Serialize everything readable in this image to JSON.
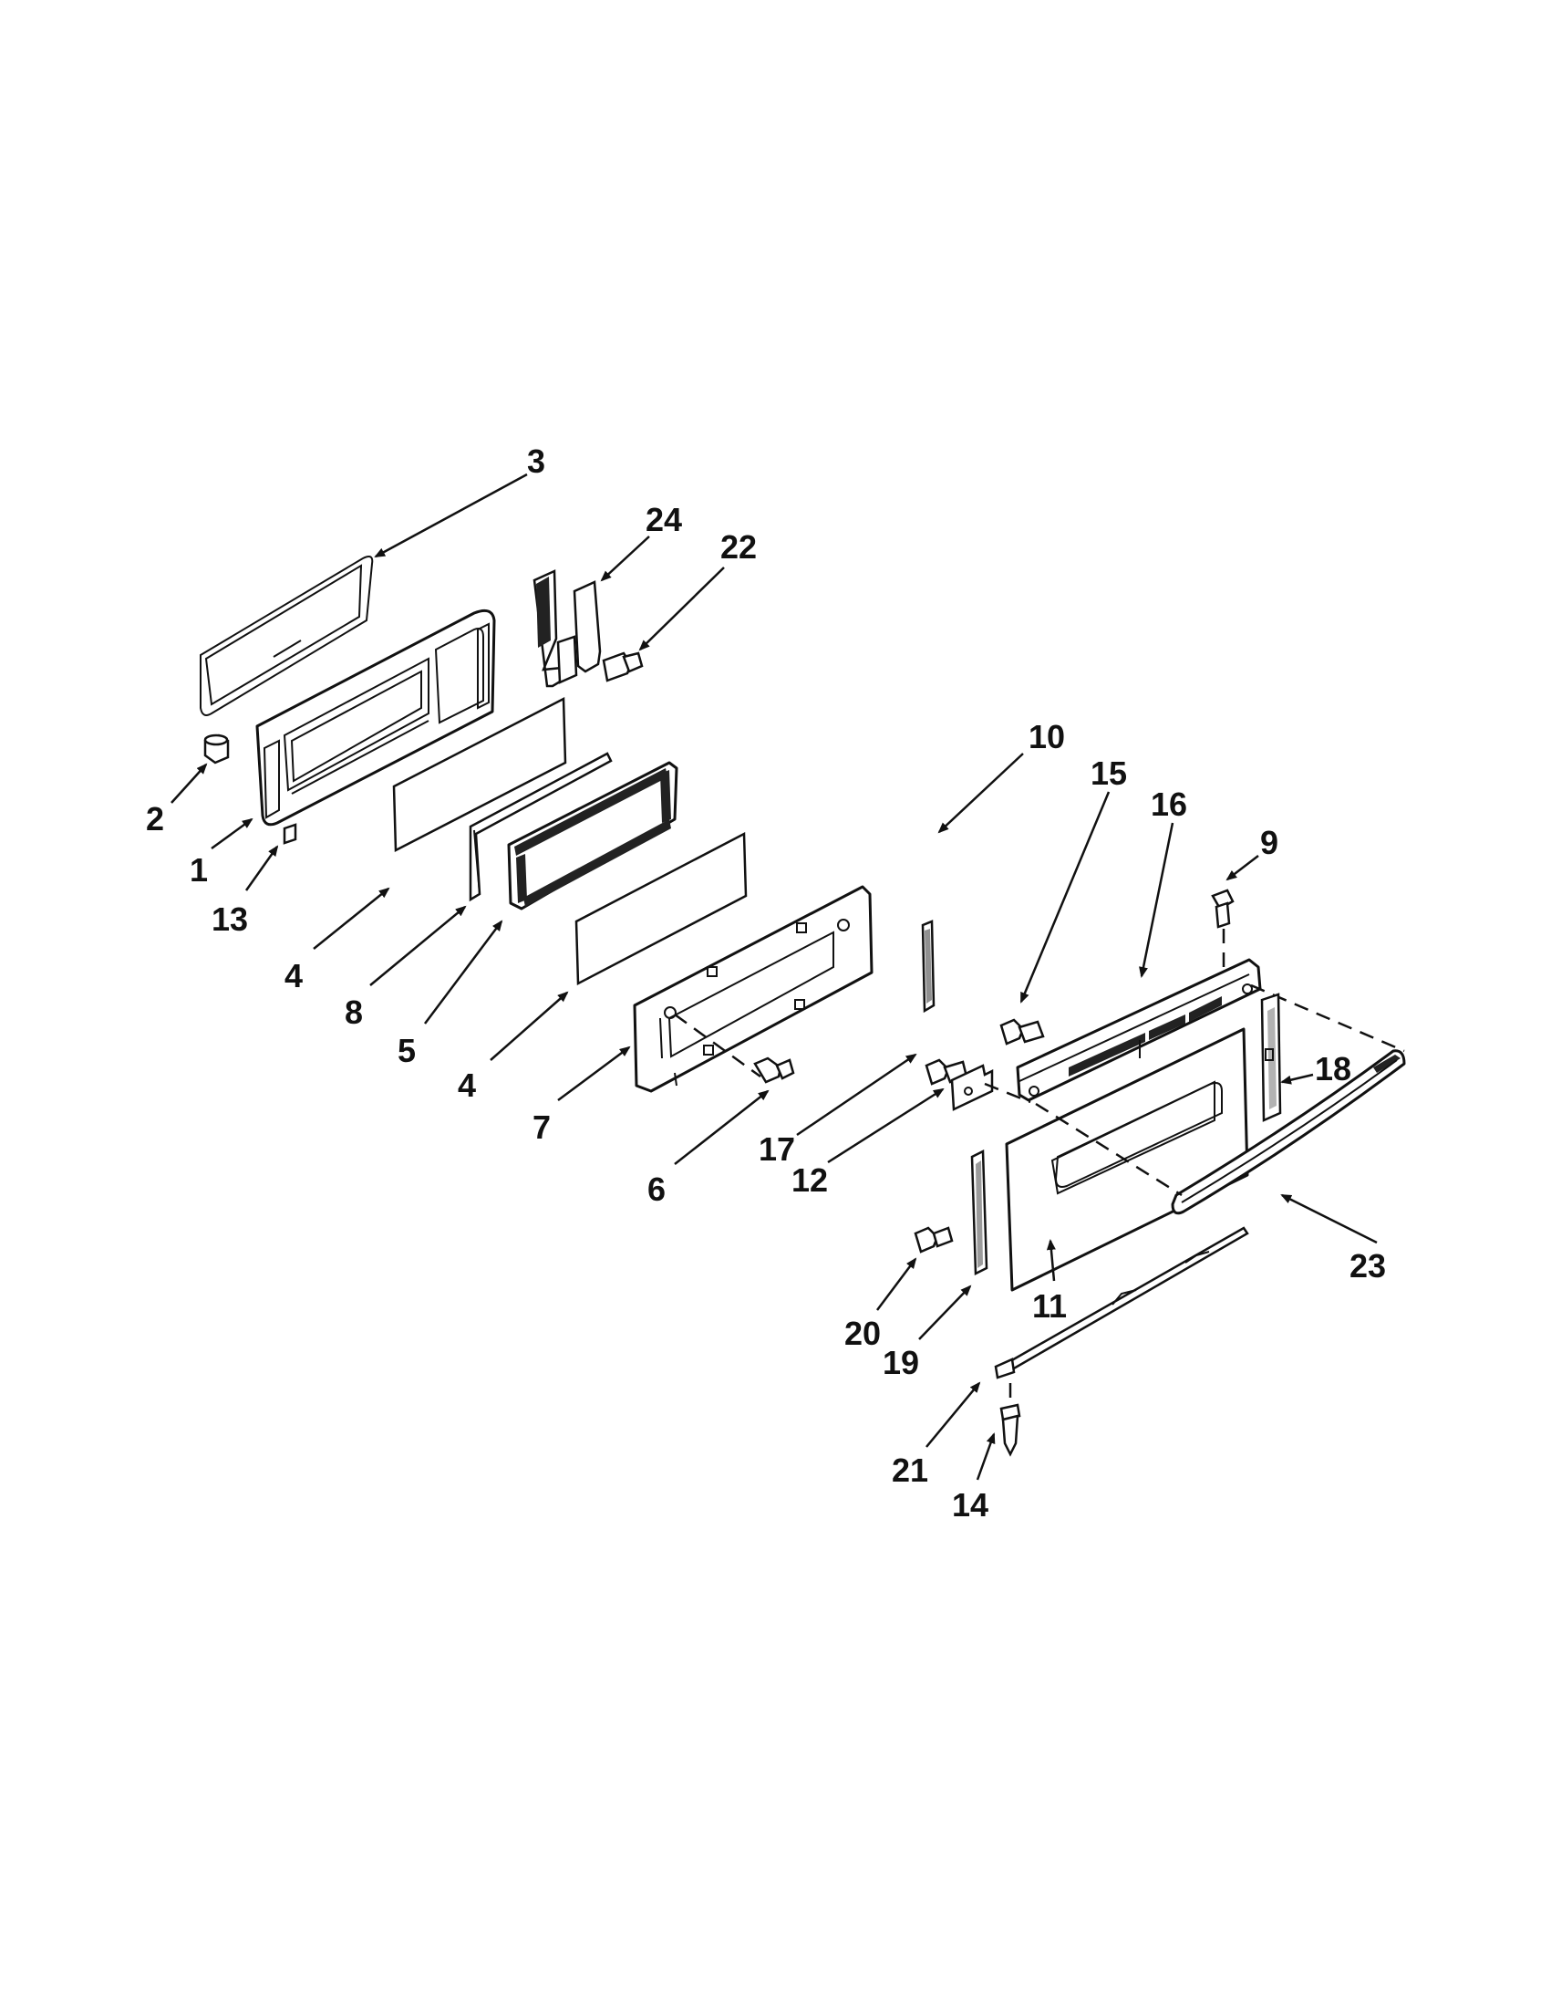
{
  "diagram": {
    "callouts": [
      {
        "id": "c3",
        "text": "3"
      },
      {
        "id": "c24",
        "text": "24"
      },
      {
        "id": "c22",
        "text": "22"
      },
      {
        "id": "c2",
        "text": "2"
      },
      {
        "id": "c1",
        "text": "1"
      },
      {
        "id": "c13",
        "text": "13"
      },
      {
        "id": "c4a",
        "text": "4"
      },
      {
        "id": "c8",
        "text": "8"
      },
      {
        "id": "c5",
        "text": "5"
      },
      {
        "id": "c4b",
        "text": "4"
      },
      {
        "id": "c7",
        "text": "7"
      },
      {
        "id": "c6",
        "text": "6"
      },
      {
        "id": "c10",
        "text": "10"
      },
      {
        "id": "c15",
        "text": "15"
      },
      {
        "id": "c16",
        "text": "16"
      },
      {
        "id": "c9",
        "text": "9"
      },
      {
        "id": "c18",
        "text": "18"
      },
      {
        "id": "c17",
        "text": "17"
      },
      {
        "id": "c12",
        "text": "12"
      },
      {
        "id": "c23",
        "text": "23"
      },
      {
        "id": "c11",
        "text": "11"
      },
      {
        "id": "c20",
        "text": "20"
      },
      {
        "id": "c19",
        "text": "19"
      },
      {
        "id": "c21",
        "text": "21"
      },
      {
        "id": "c14",
        "text": "14"
      }
    ]
  }
}
